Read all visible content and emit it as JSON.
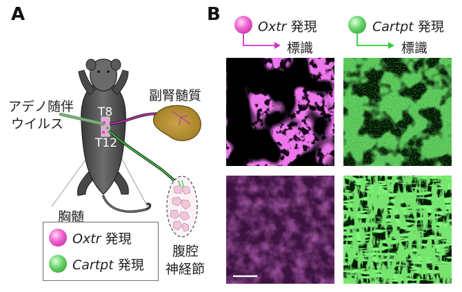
{
  "panel_a": {
    "letter": "A",
    "aav_label_line1": "アデノ随伴",
    "aav_label_line2": "ウイルス",
    "t8_label": "T8",
    "t12_label": "T12",
    "adrenal_label": "副腎髄質",
    "spinal_label": "胸髄",
    "celiac_label_line1": "腹腔",
    "celiac_label_line2": "神経節",
    "legend": [
      {
        "gene": "Oxtr",
        "suffix": " 発現",
        "color": "#e23fbe"
      },
      {
        "gene": "Cartpt",
        "suffix": " 発現",
        "color": "#3fbf4a"
      }
    ]
  },
  "panel_b": {
    "letter": "B",
    "columns": [
      {
        "gene": "Oxtr",
        "expr": " 発現",
        "label": "標識",
        "color": "#d233c4"
      },
      {
        "gene": "Cartpt",
        "expr": " 発現",
        "label": "標識",
        "color": "#33cc3a"
      }
    ]
  }
}
